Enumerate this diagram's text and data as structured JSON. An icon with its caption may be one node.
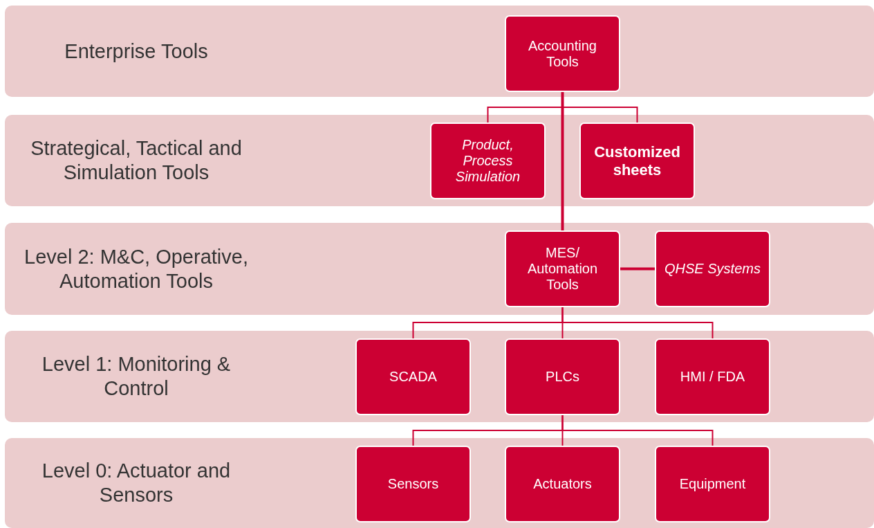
{
  "diagram": {
    "nodes": [
      {
        "text": [
          "Enterprise Tools"
        ]
      },
      {
        "text": [
          "Accounting Tools"
        ],
        "in": 0
      },
      {
        "text": [
          "Strategical, Tactical and Simulation Tools"
        ]
      },
      {
        "text": [
          "Product, Process Simulation"
        ],
        "in": 2
      },
      {
        "text": [
          "Customized sheets"
        ],
        "in": 2
      },
      {
        "text": [
          "Level 2: M&C, Operative, Automation Tools"
        ]
      },
      {
        "text": [
          "MES/ Automation Tools"
        ],
        "in": 5
      },
      {
        "text": [
          "QHSE Systems"
        ],
        "in": 5
      },
      {
        "text": [
          "Level 1: Monitoring & Control"
        ]
      },
      {
        "text": [
          "SCADA"
        ],
        "in": 8
      },
      {
        "text": [
          "PLCs"
        ],
        "in": 8
      },
      {
        "text": [
          "HMI / FDA"
        ],
        "in": 8
      },
      {
        "text": [
          "Level 0: Actuator and Sensors"
        ]
      },
      {
        "text": [
          "Sensors"
        ],
        "in": 12
      },
      {
        "text": [
          "Actuators"
        ],
        "in": 12
      },
      {
        "text": [
          "Equipment"
        ],
        "in": 12
      }
    ],
    "edges": [
      {
        "from": 1,
        "to": 3,
        "arrow": "none"
      },
      {
        "from": 1,
        "to": 4,
        "arrow": "none"
      },
      {
        "from": 1,
        "to": 6,
        "arrow": "none",
        "style": "thick"
      },
      {
        "from": 6,
        "to": 7,
        "arrow": "none",
        "style": "thick"
      },
      {
        "from": 6,
        "to": 9,
        "arrow": "none"
      },
      {
        "from": 6,
        "to": 10,
        "arrow": "none"
      },
      {
        "from": 6,
        "to": 11,
        "arrow": "none"
      },
      {
        "from": 10,
        "to": 13,
        "arrow": "none"
      },
      {
        "from": 10,
        "to": 14,
        "arrow": "none"
      },
      {
        "from": 10,
        "to": 15,
        "arrow": "none"
      }
    ]
  }
}
